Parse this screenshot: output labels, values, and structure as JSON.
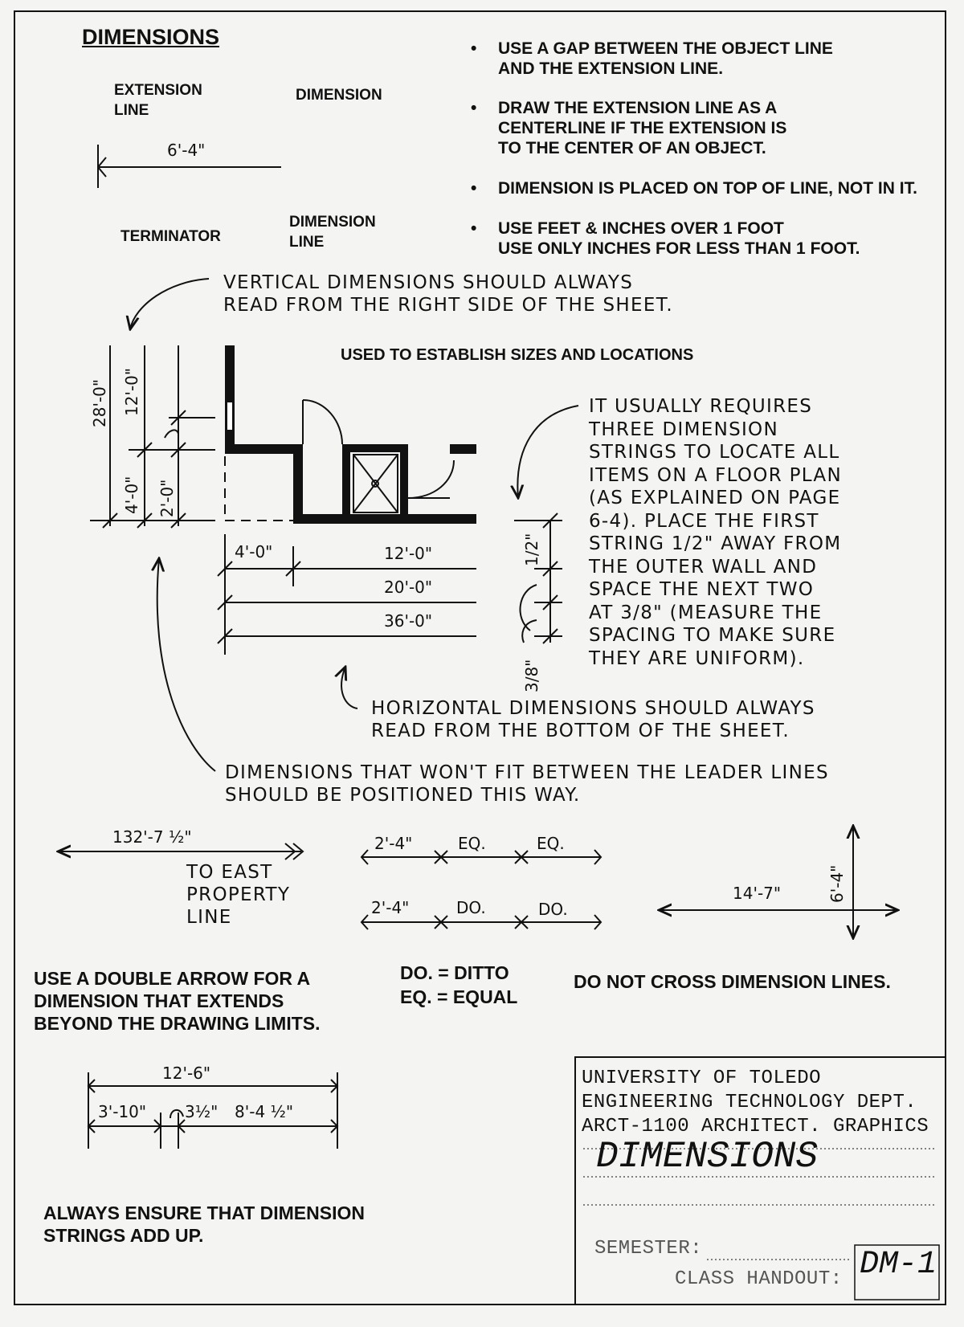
{
  "header": {
    "title": "DIMENSIONS",
    "labels": {
      "extension_line": [
        "EXTENSION",
        "LINE"
      ],
      "dimension": "DIMENSION",
      "sample_dim": "6'-4\"",
      "terminator": "TERMINATOR",
      "dimension_line": [
        "DIMENSION",
        "LINE"
      ]
    },
    "rules": [
      [
        "USE A GAP BETWEEN THE OBJECT LINE",
        "AND THE EXTENSION LINE."
      ],
      [
        "DRAW THE EXTENSION LINE AS A",
        "CENTERLINE IF THE EXTENSION IS",
        "TO THE CENTER OF AN OBJECT."
      ],
      [
        "DIMENSION IS PLACED ON TOP OF LINE, NOT IN IT."
      ],
      [
        "USE FEET & INCHES OVER 1 FOOT",
        "USE ONLY INCHES FOR LESS THAN 1 FOOT."
      ]
    ]
  },
  "plan": {
    "vertical_note": [
      "VERTICAL DIMENSIONS SHOULD ALWAYS",
      "READ FROM THE RIGHT SIDE OF THE SHEET."
    ],
    "purpose": "USED TO ESTABLISH SIZES AND LOCATIONS",
    "strings_note": [
      "IT USUALLY REQUIRES",
      "THREE DIMENSION",
      "STRINGS TO LOCATE ALL",
      "ITEMS ON A FLOOR PLAN",
      "(AS EXPLAINED ON PAGE",
      "6-4). PLACE THE FIRST",
      "STRING 1/2\" AWAY FROM",
      "THE OUTER WALL AND",
      "SPACE THE NEXT TWO",
      "AT 3/8\" (MEASURE THE",
      "SPACING TO MAKE SURE",
      "THEY ARE UNIFORM)."
    ],
    "horizontal_note": [
      "HORIZONTAL DIMENSIONS SHOULD ALWAYS",
      "READ FROM THE BOTTOM OF THE SHEET."
    ],
    "leader_note": [
      "DIMENSIONS THAT WON'T FIT BETWEEN THE LEADER LINES",
      "SHOULD BE POSITIONED THIS WAY."
    ],
    "vdims": [
      "28'-0\"",
      "12'-0\"",
      "4'-0\"",
      "2'-0\""
    ],
    "hdims": [
      "4'-0\"",
      "12'-0\"",
      "20'-0\"",
      "36'-0\""
    ],
    "spacing": [
      "1/2\"",
      "3/8\""
    ]
  },
  "examples": {
    "double_arrow": {
      "dim": "132'-7 ½\"",
      "text": [
        "TO EAST",
        "PROPERTY",
        "LINE"
      ]
    },
    "eq_row": [
      "2'-4\"",
      "EQ.",
      "EQ."
    ],
    "do_row": [
      "2'-4\"",
      "DO.",
      "DO."
    ],
    "cross": {
      "h": "14'-7\"",
      "v": "6'-4\""
    },
    "double_arrow_note": [
      "USE A DOUBLE ARROW FOR A",
      "DIMENSION THAT EXTENDS",
      "BEYOND THE DRAWING LIMITS."
    ],
    "legend": [
      "DO. = DITTO",
      "EQ. = EQUAL"
    ],
    "cross_note": "DO NOT CROSS DIMENSION LINES.",
    "string": {
      "total": "12'-6\"",
      "parts": [
        "3'-10\"",
        "3½\"",
        "8'-4 ½\""
      ]
    },
    "string_note": [
      "ALWAYS ENSURE THAT DIMENSION",
      "STRINGS ADD UP."
    ]
  },
  "title_block": {
    "lines": [
      "UNIVERSITY OF TOLEDO",
      "ENGINEERING TECHNOLOGY DEPT.",
      "ARCT-1100 ARCHITECT. GRAPHICS"
    ],
    "sheet_title": "DIMENSIONS",
    "semester_label": "SEMESTER:",
    "handout_label": "CLASS HANDOUT:",
    "handout_number": "DM-1"
  }
}
